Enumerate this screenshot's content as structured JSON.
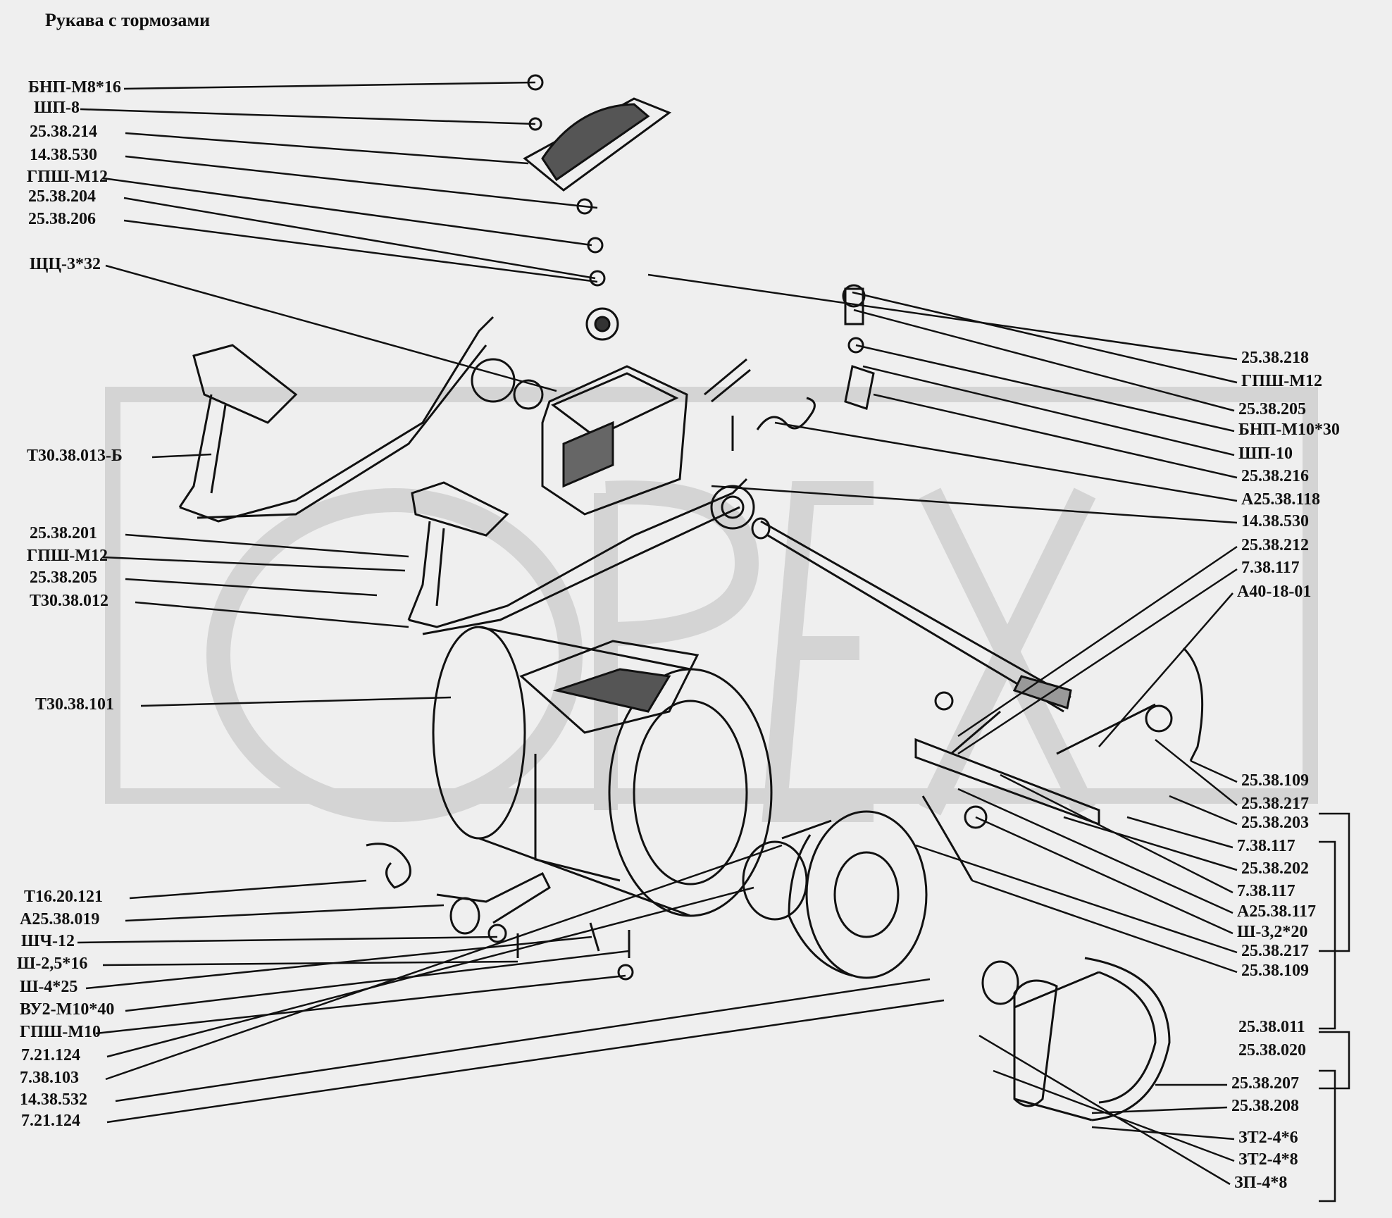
{
  "title": "Рукава с тормозами",
  "watermark": "ОРЕХ",
  "labels_left": [
    "БНП-М8*16",
    "ШП-8",
    "25.38.214",
    "14.38.530",
    "ГПШ-М12",
    "25.38.204",
    "25.38.206",
    "ЩЦ-3*32",
    "Т30.38.013-Б",
    "25.38.201",
    "ГПШ-М12",
    "25.38.205",
    "Т30.38.012",
    "Т30.38.101",
    "Т16.20.121",
    "А25.38.019",
    "ШЧ-12",
    "Ш-2,5*16",
    "Ш-4*25",
    "ВУ2-М10*40",
    "ГПШ-М10",
    "7.21.124",
    "7.38.103",
    "14.38.532",
    "7.21.124"
  ],
  "labels_right": [
    "25.38.218",
    "ГПШ-М12",
    "25.38.205",
    "БНП-М10*30",
    "ШП-10",
    "25.38.216",
    "А25.38.118",
    "14.38.530",
    "25.38.212",
    "7.38.117",
    "А40-18-01",
    "25.38.109",
    "25.38.217",
    "25.38.203",
    "7.38.117",
    "25.38.202",
    "7.38.117",
    "А25.38.117",
    "Ш-3,2*20",
    "25.38.217",
    "25.38.109",
    "25.38.011",
    "25.38.020",
    "25.38.207",
    "25.38.208",
    "ЗТ2-4*6",
    "ЗТ2-4*8",
    "ЗП-4*8"
  ],
  "colors": {
    "background": "#efefef",
    "ink": "#111111",
    "watermark": "#d2d2d2"
  }
}
